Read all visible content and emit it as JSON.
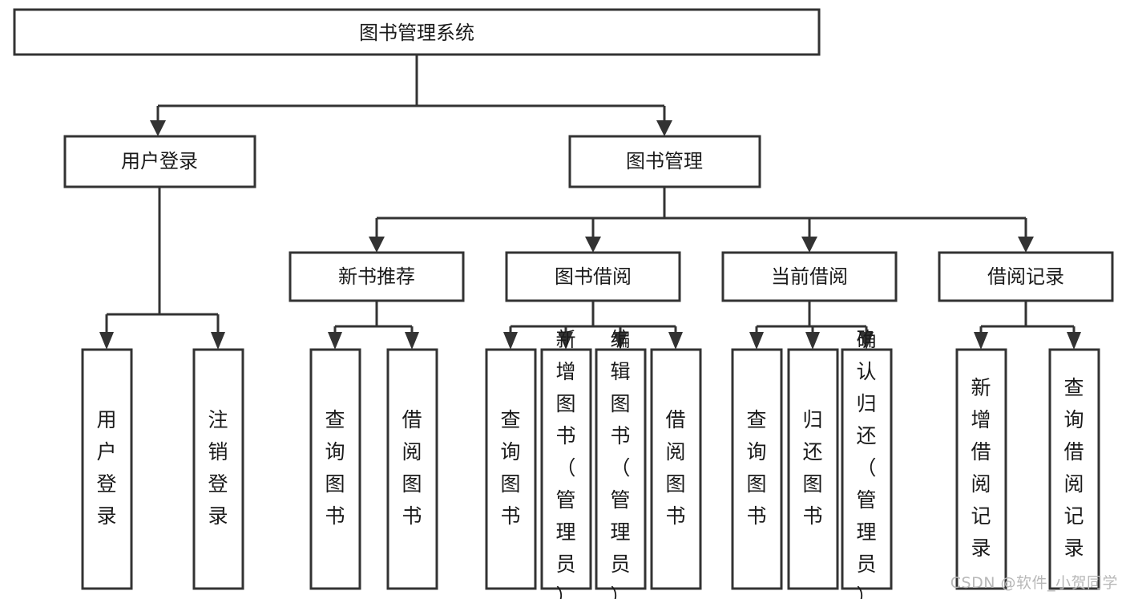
{
  "diagram": {
    "title": "图书管理系统",
    "watermark": "CSDN @软件_小贺同学",
    "colors": {
      "stroke": "#333333",
      "fill": "#ffffff",
      "text": "#1a1a1a",
      "watermark": "#b8b8b8"
    },
    "nodes": {
      "root": {
        "label": "图书管理系统"
      },
      "level2": [
        {
          "id": "user-login",
          "label": "用户登录"
        },
        {
          "id": "book-management",
          "label": "图书管理"
        }
      ],
      "level3": [
        {
          "id": "new-book-recommend",
          "label": "新书推荐"
        },
        {
          "id": "book-borrow",
          "label": "图书借阅"
        },
        {
          "id": "current-borrow",
          "label": "当前借阅"
        },
        {
          "id": "borrow-record",
          "label": "借阅记录"
        }
      ],
      "leaves": {
        "user-login": [
          {
            "id": "leaf-user-login",
            "label": "用户登录"
          },
          {
            "id": "leaf-logout-login",
            "label": "注销登录"
          }
        ],
        "new-book-recommend": [
          {
            "id": "leaf-query-book-1",
            "label": "查询图书"
          },
          {
            "id": "leaf-borrow-book-1",
            "label": "借阅图书"
          }
        ],
        "book-borrow": [
          {
            "id": "leaf-query-book-2",
            "label": "查询图书"
          },
          {
            "id": "leaf-add-book",
            "label": "新增图书（管理员）"
          },
          {
            "id": "leaf-edit-book",
            "label": "编辑图书（管理员）"
          },
          {
            "id": "leaf-borrow-book-2",
            "label": "借阅图书"
          }
        ],
        "current-borrow": [
          {
            "id": "leaf-query-book-3",
            "label": "查询图书"
          },
          {
            "id": "leaf-return-book",
            "label": "归还图书"
          },
          {
            "id": "leaf-confirm-return",
            "label": "确认归还（管理员）"
          }
        ],
        "borrow-record": [
          {
            "id": "leaf-add-record",
            "label": "新增借阅记录"
          },
          {
            "id": "leaf-query-record",
            "label": "查询借阅记录"
          }
        ]
      }
    }
  }
}
